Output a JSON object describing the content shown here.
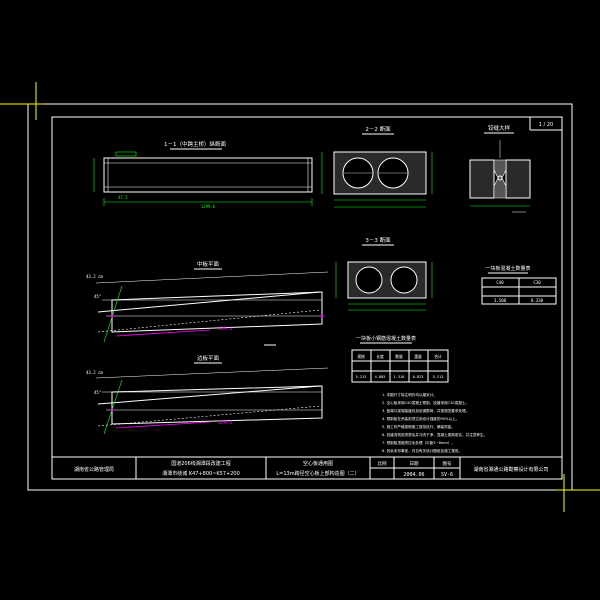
{
  "colors": {
    "background": "#000000",
    "frame": "#ffffff",
    "crosshair": "#ffff00",
    "main_lines": "#ffffff",
    "secondary_lines": "#00ff00",
    "accent": "#ff00ff",
    "dims": "#00ffff"
  },
  "sheet": {
    "corner_tag": "1 / 20"
  },
  "views": {
    "elevation_title": "1－1（中跨主桥）纵断面",
    "section_2_title": "2－2 断面",
    "section_3_title": "3－3 断面",
    "detail_title": "铰缝大样",
    "plan_mid_title": "中板平面",
    "plan_edge_title": "边板平面",
    "plan_mid_dim": "1299.6",
    "plan_edge_dim": "1299.6",
    "elev_dim_left": "47.5",
    "elev_dim_total": "1299.6",
    "plan_mid_note_top": "43.2 cm",
    "plan_mid_note_left": "45°",
    "plan_edge_note_top": "43.2 cm",
    "plan_edge_note_left": "45°"
  },
  "tables": {
    "t1_title": "一块板混凝土数量表",
    "t1_headers": [
      "C40",
      "C30"
    ],
    "t1_values": [
      "3.500",
      "0.330"
    ],
    "t2_title": "一块板小钢筋混凝土数量表",
    "t2_headers": [
      "规格",
      "长度",
      "数量",
      "重量",
      "合计"
    ],
    "t2_values": [
      "5.213",
      "4.885",
      "1.316",
      "0.823",
      "5.213"
    ]
  },
  "notes": [
    "1. 本图尺寸除注明外均以厘米计。",
    "2. 空心板采用C40混凝土预制，铰缝采用C30混凝土。",
    "3. 板端与梁端接缝处加设钢筋网，并按规范要求处理。",
    "4. 预制板在吊装前须达到设计强度的90%以上。",
    "5. 施工时严格按照施工规范执行，确保质量。",
    "6. 铰缝浇筑前须凿毛并冲洗干净，混凝土振捣密实，并注意养生。",
    "7. 预制板顶面须拉毛处理（中距5~8mm）。",
    "8. 其余未尽事宜，详见有关设计图纸及施工规范。"
  ],
  "title_block": {
    "client": "湖南省公路管理局",
    "project_line1": "国道206线湘潭段改建工程",
    "project_line2": "湘潭市绕城 K47+800~K57+200",
    "drawing_line1": "空心板通用图",
    "drawing_line2": "L=13m跨径空心板上部构造图（二）",
    "scale_label": "比例",
    "scale_value": "",
    "date_label": "日期",
    "date_value": "2004.06",
    "drawing_no_label": "图号",
    "drawing_no_value": "SV-6",
    "designer": "湖南省湘通公路勘察设计有限公司"
  }
}
